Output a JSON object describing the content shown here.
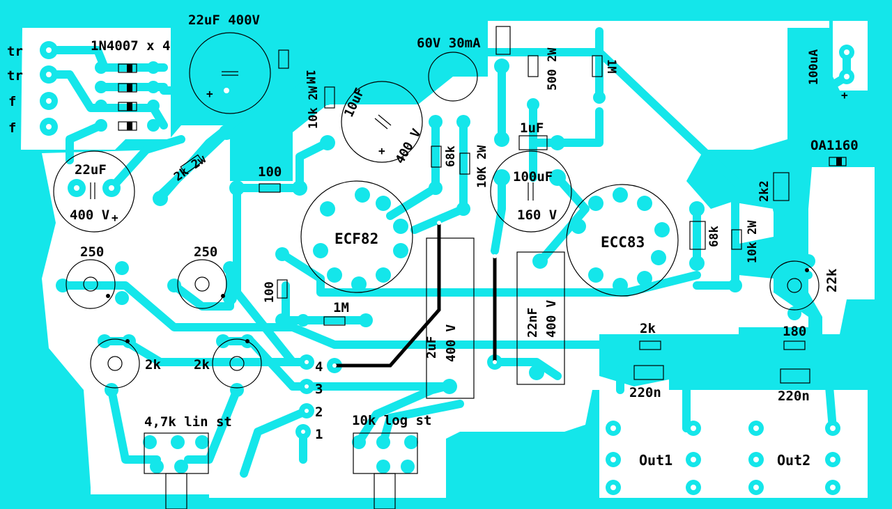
{
  "colors": {
    "copper": "#14e6ea",
    "silk": "#000000",
    "hole": "#ffffff"
  },
  "labels": {
    "bridge": "1N4007 x 4",
    "cap_top": "22uF 400V",
    "zener": "60V 30mA",
    "tr1": "tr",
    "tr2": "tr",
    "f1": "f",
    "f2": "f",
    "r_1m_top": "1M",
    "r_10k2w_a": "10k 2W",
    "c_10uf": "10uF",
    "c_10uf_v": "400 V",
    "r_68k_a": "68k",
    "r_10k2w_b": "10K 2W",
    "r_500": "500 2W",
    "r_1m_b": "1M",
    "c_1uf": "1uF",
    "c_100uf": "100uF",
    "c_100uf_v": "160 V",
    "meter": "100uA",
    "diode": "OA1160",
    "r_2k2": "2k2",
    "r_68k_b": "68k",
    "r_10k2w_c": "10k 2W",
    "c_22uf": "22uF",
    "c_22uf_v": "400 V",
    "r_2k2w": "2k 2w",
    "r_100a": "100",
    "tube1": "ECF82",
    "tube2": "ECC83",
    "pot_250a": "250",
    "pot_250b": "250",
    "r_100b": "100",
    "r_1m_c": "1M",
    "c_2uf": "2uF",
    "c_2uf_v": "400 V",
    "c_22nf": "22nF",
    "c_22nf_v": "400 V",
    "pot_22k": "22k",
    "pot_2k_a": "2k",
    "pot_2k_b": "2k",
    "r_2k": "2k",
    "r_180": "180",
    "c_220n_a": "220n",
    "c_220n_b": "220n",
    "n4": "4",
    "n3": "3",
    "n2": "2",
    "n1": "1",
    "pot_47k": "4,7k lin st",
    "pot_10k": "10k log st",
    "out1": "Out1",
    "out2": "Out2",
    "plus1": "+",
    "plus2": "+",
    "plus3": "+",
    "plus4": "+"
  }
}
